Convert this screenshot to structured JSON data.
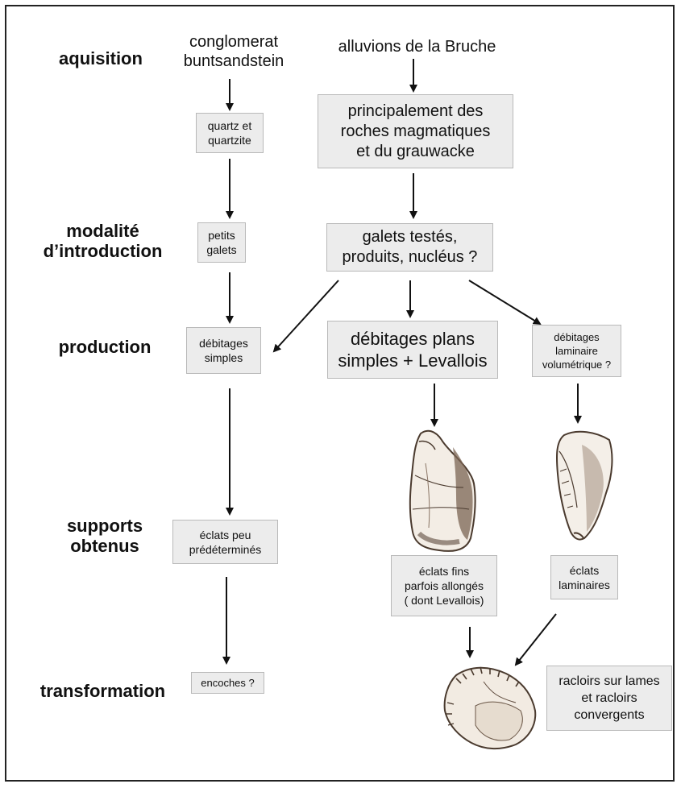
{
  "stages": {
    "aquisition": "aquisition",
    "modalite": "modalité\nd’introduction",
    "production": "production",
    "supports": "supports\nobtenus",
    "transformation": "transformation"
  },
  "sources": {
    "left": "conglomerat\nbuntsandstein",
    "right": "alluvions de la Bruche"
  },
  "boxes": {
    "quartz": "quartz et\nquartzite",
    "roches": "principalement des\nroches magmatiques\net du grauwacke",
    "petits_galets": "petits\ngalets",
    "galets_testes": "galets testés,\nproduits, nucléus ?",
    "debitages_simples": "débitages\nsimples",
    "debitages_plans": "débitages plans\nsimples + Levallois",
    "debitages_laminaire": "débitages\nlaminaire\nvolumétrique ?",
    "eclats_peu": "éclats peu\nprédéterminés",
    "eclats_fins": "éclats fins\nparfois allongés\n( dont Levallois)",
    "eclats_laminaires": "éclats\nlaminaires",
    "encoches": "encoches ?",
    "racloirs": "racloirs sur lames\net racloirs\nconvergents"
  }
}
